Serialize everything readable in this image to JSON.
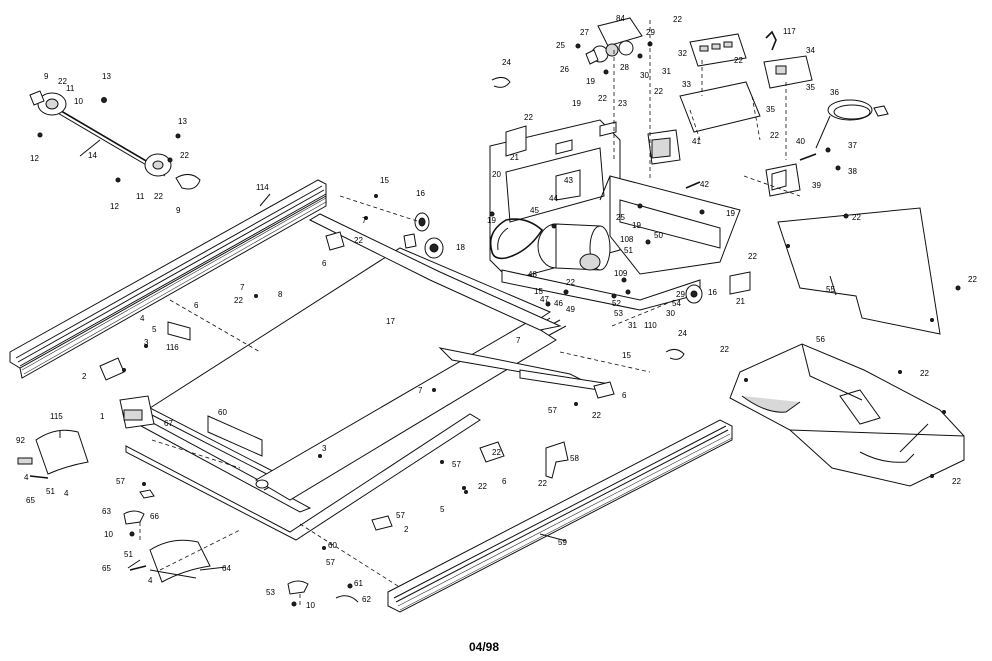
{
  "diagram": {
    "date_code": "04/98",
    "part_labels": {
      "p84": "84",
      "p27": "27",
      "p25": "25",
      "p26": "26",
      "p29": "29",
      "p28": "28",
      "p19a": "19",
      "p30a": "30",
      "p31a": "31",
      "p22a": "22",
      "p32": "32",
      "p117": "117",
      "p24a": "24",
      "p22b": "22",
      "p34": "34",
      "p36": "36",
      "p33": "33",
      "p35a": "35",
      "p35b": "35",
      "p9a": "9",
      "p22c": "22",
      "p11a": "11",
      "p13a": "13",
      "p10a": "10",
      "p12a": "12",
      "p14": "14",
      "p13b": "13",
      "p22d": "22",
      "p11b": "11",
      "p22e": "22",
      "p9b": "9",
      "p12b": "12",
      "p19b": "19",
      "p22f": "22",
      "p23": "23",
      "p22g": "22",
      "p41": "41",
      "p21a": "21",
      "p20": "20",
      "p42": "42",
      "p22h": "22",
      "p40": "40",
      "p37": "37",
      "p38": "38",
      "p39": "39",
      "p114": "114",
      "p15a": "15",
      "p16a": "16",
      "p43": "43",
      "p44": "44",
      "p19c": "19",
      "p45": "45",
      "p25b": "25",
      "p19d": "19",
      "p19e": "19",
      "p50": "50",
      "p108": "108",
      "p51a": "51",
      "p7a": "7",
      "p22i": "22",
      "p6a": "6",
      "p18": "18",
      "p22j": "22",
      "p55": "55",
      "p22k": "22",
      "p7b": "7",
      "p8": "8",
      "p22l": "22",
      "p5a": "5",
      "p4a": "4",
      "p116": "116",
      "p3a": "3",
      "p17": "17",
      "p48": "48",
      "p15b": "15",
      "p47": "47",
      "p46": "46",
      "p49": "49",
      "p109": "109",
      "p52": "52",
      "p53": "53",
      "p54": "54",
      "p29b": "29",
      "p31b": "31",
      "p110": "110",
      "p30b": "30",
      "p16b": "16",
      "p21b": "21",
      "p22m": "22",
      "p7c": "7",
      "p15c": "15",
      "p24b": "24",
      "p22n": "22",
      "p56": "56",
      "p22o": "22",
      "p2a": "2",
      "p1": "1",
      "p67": "67",
      "p60a": "60",
      "p7d": "7",
      "p6b": "6",
      "p57a": "57",
      "p22p": "22",
      "p115": "115",
      "p92": "92",
      "p4b": "4",
      "p51b": "51",
      "p4c": "4",
      "p65a": "65",
      "p3b": "3",
      "p57b": "57",
      "p57c": "57",
      "p22q": "22",
      "p6c": "6",
      "p58": "58",
      "p22r": "22",
      "p22s": "22",
      "p57d": "57",
      "p5b": "5",
      "p63a": "63",
      "p66": "66",
      "p10b": "10",
      "p57e": "57",
      "p2b": "2",
      "p60b": "60",
      "p59": "59",
      "p51c": "51",
      "p65b": "65",
      "p4d": "4",
      "p64": "64",
      "p57f": "57",
      "p53b": "53",
      "p10c": "10",
      "p61": "61",
      "p62": "62"
    }
  }
}
